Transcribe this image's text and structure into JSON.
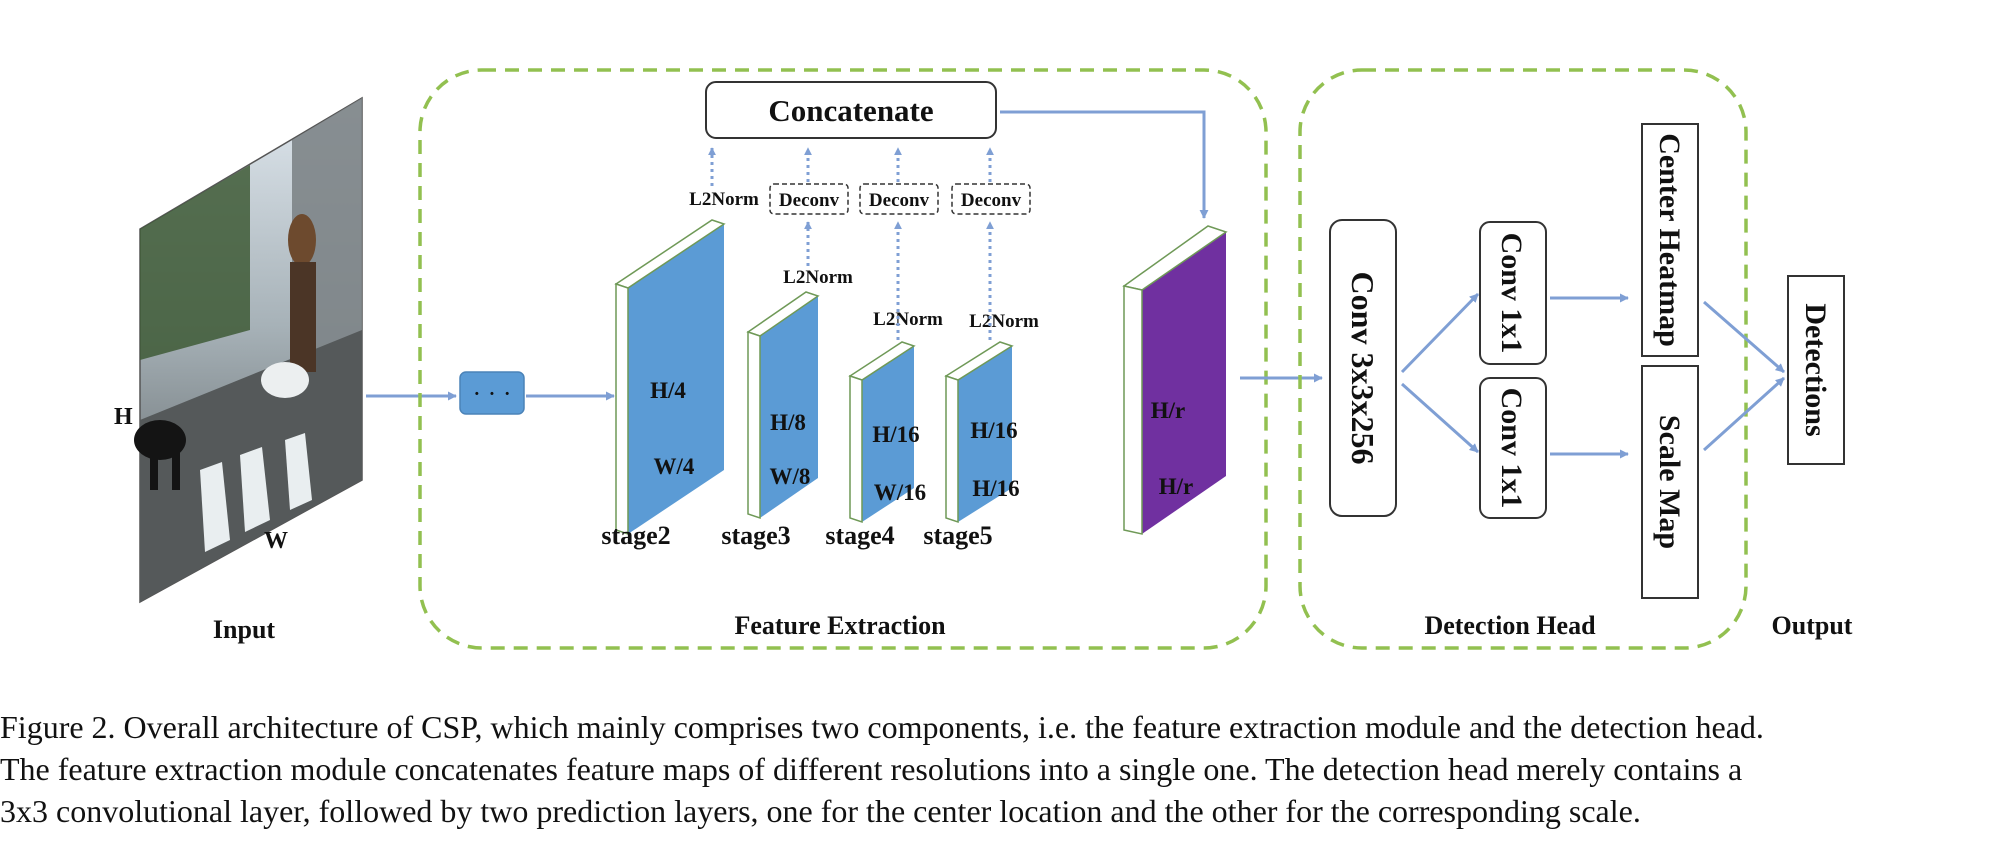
{
  "diagram": {
    "input": {
      "label": "Input",
      "height_label": "H",
      "width_label": "W"
    },
    "ellipsis": "· · ·",
    "feature_extraction": {
      "title": "Feature Extraction",
      "concatenate": "Concatenate",
      "l2norm": "L2Norm",
      "deconv": "Deconv",
      "stages": [
        {
          "name": "stage2",
          "h": "H/4",
          "w": "W/4"
        },
        {
          "name": "stage3",
          "h": "H/8",
          "w": "W/8"
        },
        {
          "name": "stage4",
          "h": "H/16",
          "w": "W/16"
        },
        {
          "name": "stage5",
          "h": "H/16",
          "w": "H/16"
        }
      ],
      "fused": {
        "h": "H/r",
        "w": "H/r"
      }
    },
    "detection_head": {
      "title": "Detection Head",
      "conv3": "Conv 3x3x256",
      "conv1_top": "Conv 1x1",
      "conv1_bottom": "Conv 1x1",
      "center": "Center Heatmap",
      "scale": "Scale Map"
    },
    "output": {
      "label": "Output",
      "detections": "Detections"
    },
    "colors": {
      "stage_blue": "#5b9bd5",
      "fused_purple": "#7030a0",
      "arrow": "#7f9fd4",
      "dashed_group": "#92c050"
    }
  },
  "caption": {
    "lines": [
      "Figure 2. Overall architecture of CSP, which mainly comprises two components, i.e. the feature extraction module and the detection head.",
      "The feature extraction module concatenates feature maps of different resolutions into a single one.  The detection head merely contains a",
      "3x3 convolutional layer, followed by two prediction layers, one for the center location and the other for the corresponding scale."
    ]
  }
}
